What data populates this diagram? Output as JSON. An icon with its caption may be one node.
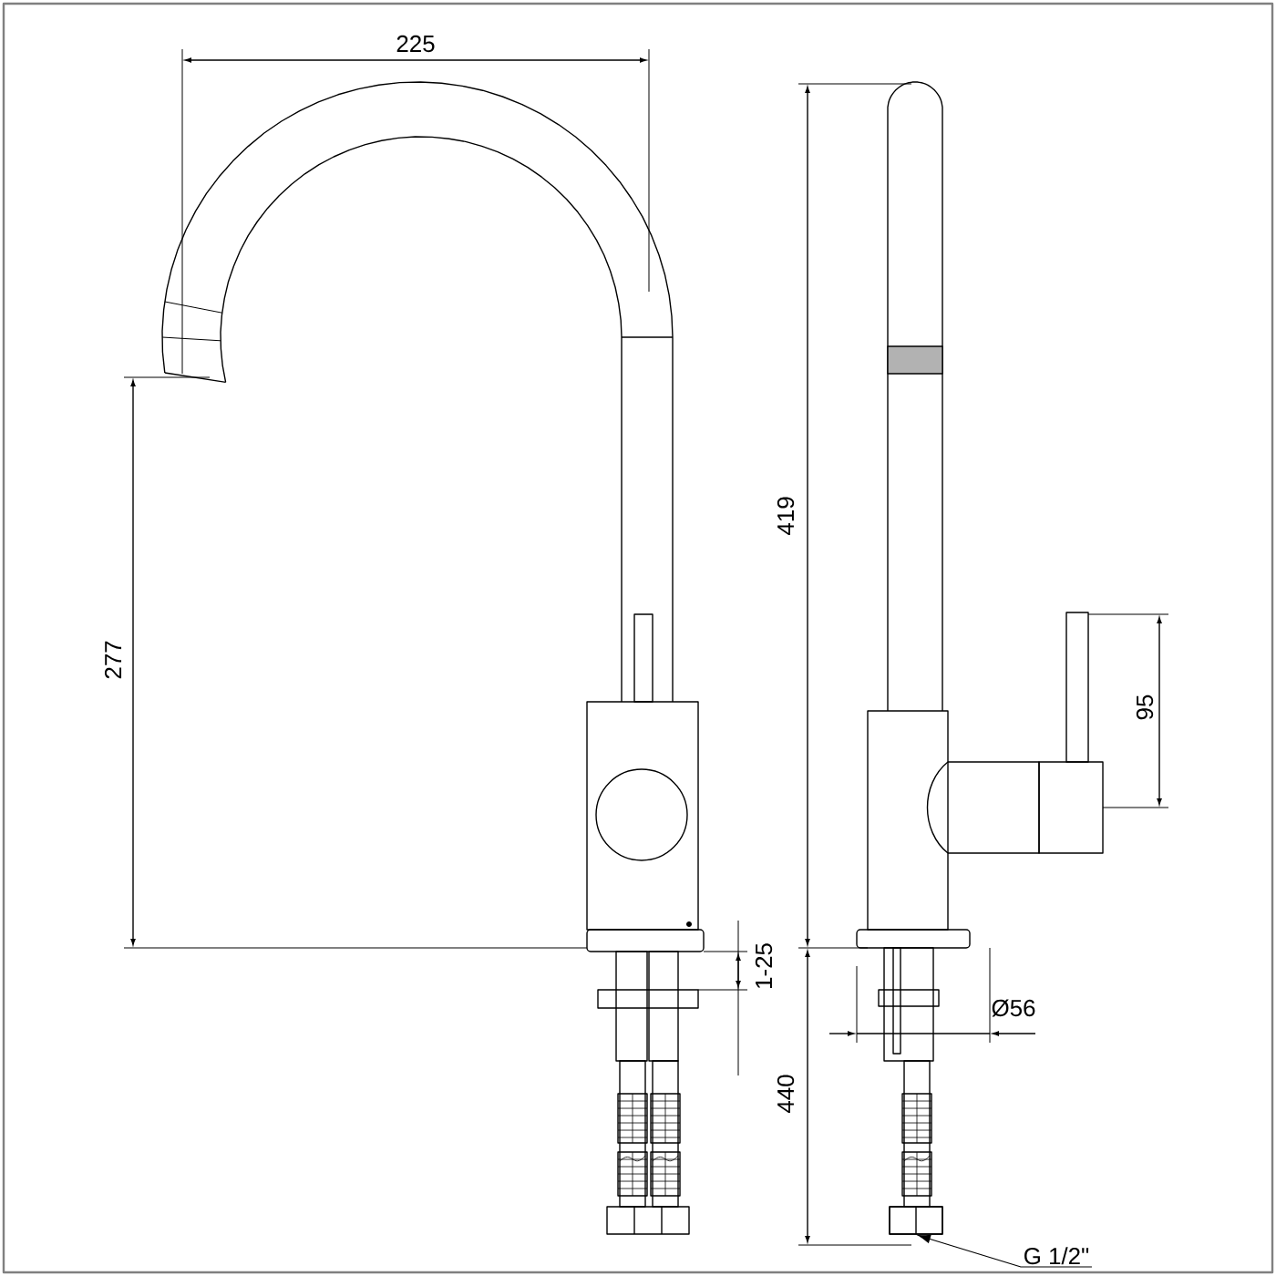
{
  "diagram": {
    "nodes": [
      {
        "text": [
          "G 1/2\""
        ]
      },
      {
        "text": [],
        "shape": "picture"
      }
    ],
    "edges": [
      {
        "from": 0,
        "to": 1,
        "arrow": "to"
      }
    ],
    "labels": [
      "225",
      "419",
      "277",
      "95",
      "1-25",
      "Ø56",
      "440"
    ]
  }
}
